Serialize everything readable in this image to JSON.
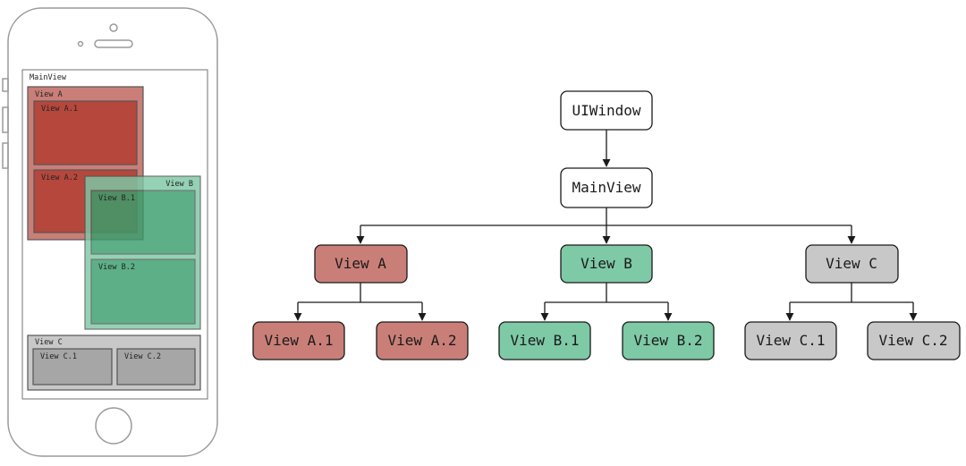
{
  "colors": {
    "red": "#c97f78",
    "red_dark": "#b5473d",
    "green": "#7ec9a6",
    "green_dark": "#3a9e6d",
    "gray": "#c8c8c8",
    "gray_dark": "#a6a6a6",
    "white": "#ffffff"
  },
  "phone": {
    "main_view_label": "MainView",
    "view_a": {
      "label": "View A",
      "a1": "View A.1",
      "a2": "View A.2"
    },
    "view_b": {
      "label": "View B",
      "b1": "View B.1",
      "b2": "View B.2"
    },
    "view_c": {
      "label": "View C",
      "c1": "View C.1",
      "c2": "View C.2"
    }
  },
  "tree": {
    "root": "UIWindow",
    "main": "MainView",
    "a": "View A",
    "a1": "View A.1",
    "a2": "View A.2",
    "b": "View B",
    "b1": "View B.1",
    "b2": "View B.2",
    "c": "View C",
    "c1": "View C.1",
    "c2": "View C.2"
  }
}
